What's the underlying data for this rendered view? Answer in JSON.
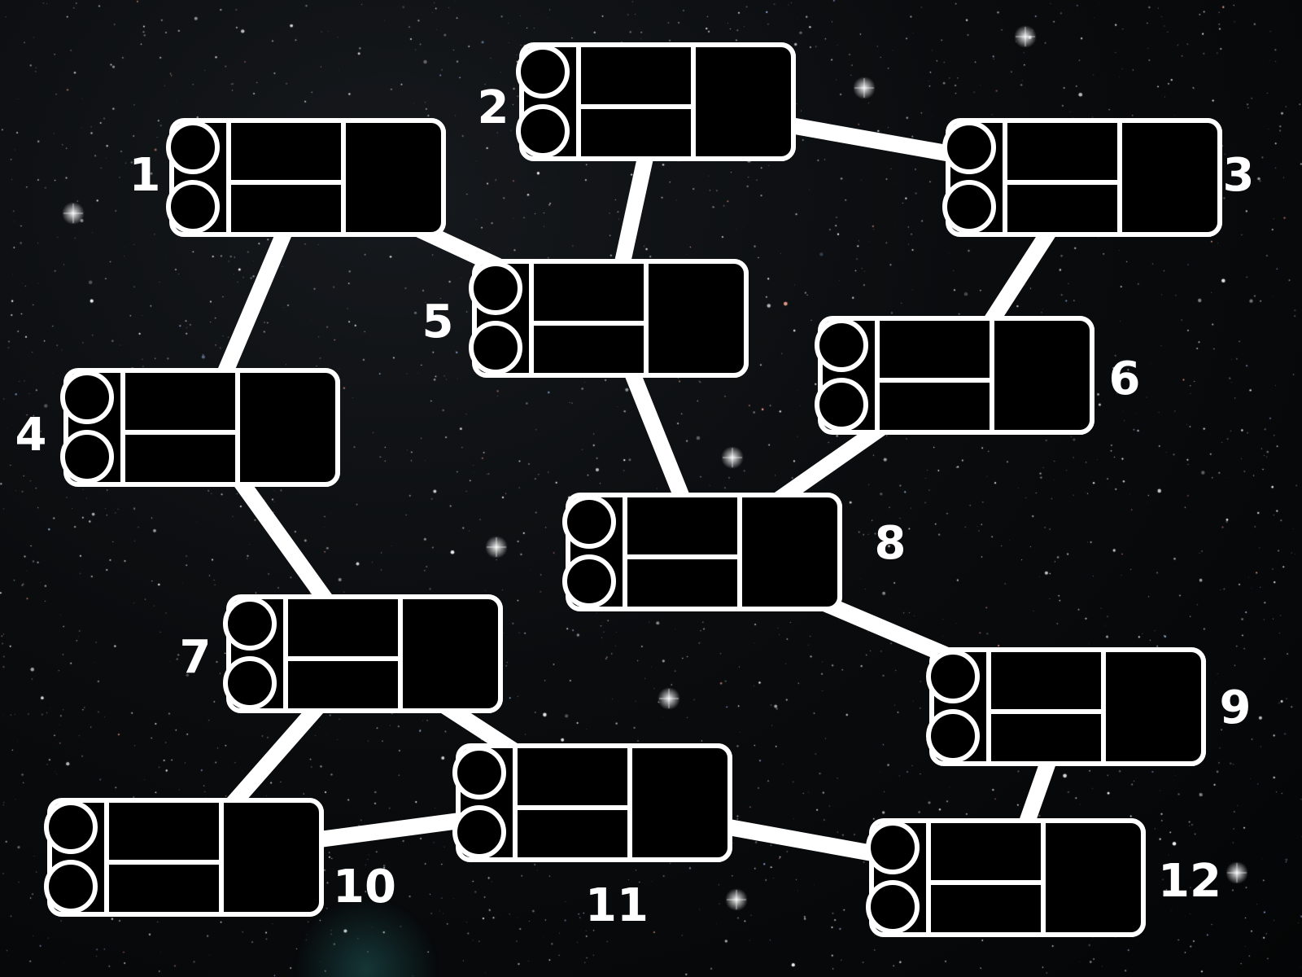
{
  "background": {
    "color": "#0a0c0e",
    "star_color": "#ffffff",
    "link_color": "#ffffff"
  },
  "nodes": [
    {
      "id": 1,
      "label": "1"
    },
    {
      "id": 2,
      "label": "2"
    },
    {
      "id": 3,
      "label": "3"
    },
    {
      "id": 4,
      "label": "4"
    },
    {
      "id": 5,
      "label": "5"
    },
    {
      "id": 6,
      "label": "6"
    },
    {
      "id": 7,
      "label": "7"
    },
    {
      "id": 8,
      "label": "8"
    },
    {
      "id": 9,
      "label": "9"
    },
    {
      "id": 10,
      "label": "10"
    },
    {
      "id": 11,
      "label": "11"
    },
    {
      "id": 12,
      "label": "12"
    }
  ],
  "edges": [
    [
      1,
      4
    ],
    [
      1,
      5
    ],
    [
      2,
      3
    ],
    [
      2,
      5
    ],
    [
      3,
      6
    ],
    [
      5,
      8
    ],
    [
      6,
      8
    ],
    [
      4,
      7
    ],
    [
      8,
      9
    ],
    [
      7,
      10
    ],
    [
      7,
      11
    ],
    [
      10,
      11
    ],
    [
      11,
      12
    ],
    [
      9,
      12
    ]
  ]
}
